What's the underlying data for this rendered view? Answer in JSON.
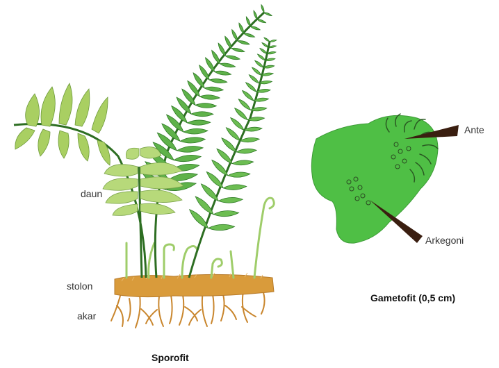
{
  "labels": {
    "daun": "daun",
    "stolon": "stolon",
    "akar": "akar",
    "anteridium": "Ante",
    "arkegonium": "Arkegoni"
  },
  "captions": {
    "sporofit": "Sporofit",
    "gametofit": "Gametofit (0,5 cm)"
  },
  "colors": {
    "frond_dark": "#3f9a2c",
    "frond_light": "#a9cf62",
    "rachis": "#2d6e22",
    "soil": "#d99b3b",
    "root": "#c9862d",
    "gametophyte": "#4fbf45",
    "pointer": "#3a1e10"
  }
}
